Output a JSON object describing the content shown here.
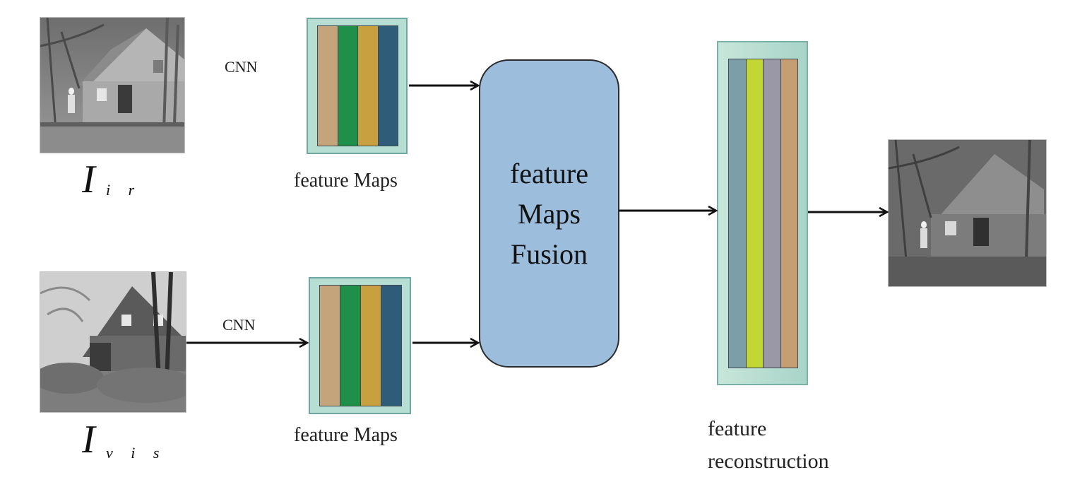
{
  "inputs": {
    "ir": {
      "symbol": "I",
      "subscript": "i r"
    },
    "vis": {
      "symbol": "I",
      "subscript": "v i s"
    }
  },
  "labels": {
    "cnn_top": "CNN",
    "cnn_bottom": "CNN",
    "feature_maps_top": "feature Maps",
    "feature_maps_bottom": "feature Maps",
    "fusion": "feature\nMaps\nFusion",
    "reconstruction": "feature\nreconstruction"
  },
  "colors": {
    "feature_map_bars": [
      "#c4a47a",
      "#1f8f4a",
      "#c8a040",
      "#2f5c78"
    ],
    "reconstruction_bars": [
      "#7b9ea8",
      "#c2d636",
      "#9a98a6",
      "#c69e74"
    ],
    "fusion_fill": "#9dbddd",
    "stack_frame": "#b7ded2"
  }
}
